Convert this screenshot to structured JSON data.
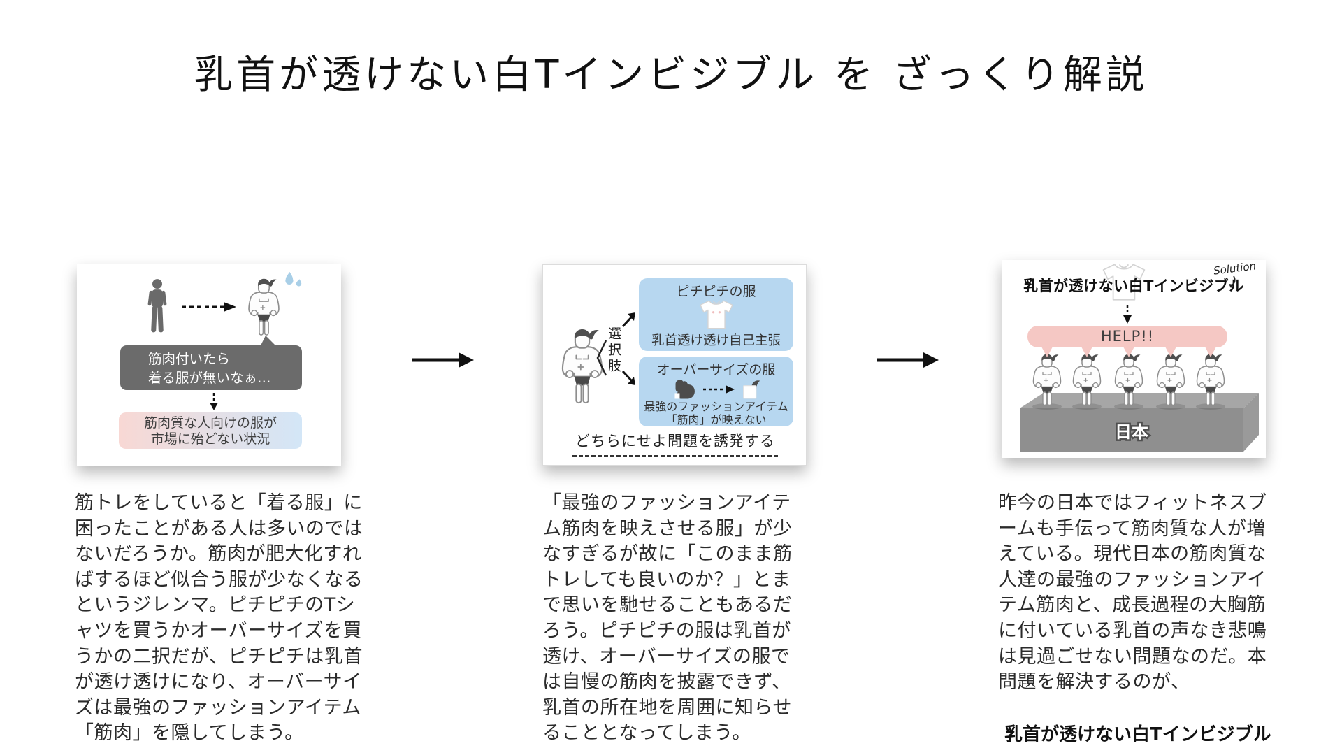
{
  "title": "乳首が透けない白Tインビジブル を ざっくり解説",
  "panel1": {
    "bubble_text": "筋肉付いたら\n着る服が無いなぁ…",
    "market_text": "筋肉質な人向けの服が\n市場に殆どない状況"
  },
  "panel2": {
    "choice_label": "選択肢",
    "option_tight": {
      "title": "ピチピチの服",
      "caption": "乳首透け透け自己主張"
    },
    "option_oversize": {
      "title": "オーバーサイズの服",
      "caption": "最強のファッションアイテム\n「筋肉」が映えない"
    },
    "conclusion": "どちらにせよ問題を誘発する"
  },
  "panel3": {
    "heading": "乳首が透けない白Tインビジブル",
    "solution_label": "Solution",
    "help_label": "HELP!!",
    "stage_label": "日本"
  },
  "paragraphs": {
    "p1": "筋トレをしていると「着る服」に\n困ったことがある人は多いのでは\nないだろうか。筋肉が肥大化すれ\nばするほど似合う服が少なくなる\nというジレンマ。ピチピチのTシ\nャツを買うかオーバーサイズを買\nうかの二択だが、ピチピチは乳首\nが透け透けになり、オーバーサイ\nズは最強のファッションアイテム\n「筋肉」を隠してしまう。",
    "p2": "「最強のファッションアイテ\nム筋肉を映えさせる服」が少\nなすぎるが故に「このまま筋\nトレしても良いのか？」とま\nで思いを馳せることもあるだ\nろう。ピチピチの服は乳首が\n透け、オーバーサイズの服で\nは自慢の筋肉を披露できず、\n乳首の所在地を周囲に知らせ\nることとなってしまう。",
    "p3": "昨今の日本ではフィットネスブ\nームも手伝って筋肉質な人が増\nえている。現代日本の筋肉質な\n人達の最強のファッションアイ\nテム筋肉と、成長過程の大胸筋\nに付いている乳首の声なき悲鳴\nは見過ごせない問題なのだ。本\n問題を解決するのが、",
    "p3_bold": "乳首が透けない白Tインビジブル"
  },
  "icons": {
    "person": "person-pictogram-icon",
    "muscle_person": "muscle-person-icon",
    "tshirt": "tshirt-icon",
    "bicep": "bicep-icon",
    "sweat": "sweat-drops-icon",
    "arrow": "arrow-right-icon"
  },
  "colors": {
    "bubble_gray": "#6b6b6b",
    "option_blue": "#b7d7f0",
    "help_pink": "#f5c8c4",
    "market_gradient_left": "#f8d8d4",
    "market_gradient_right": "#d3e6f7",
    "platform_gray": "#8f8f8f",
    "text_dark": "#2b2b2b"
  }
}
